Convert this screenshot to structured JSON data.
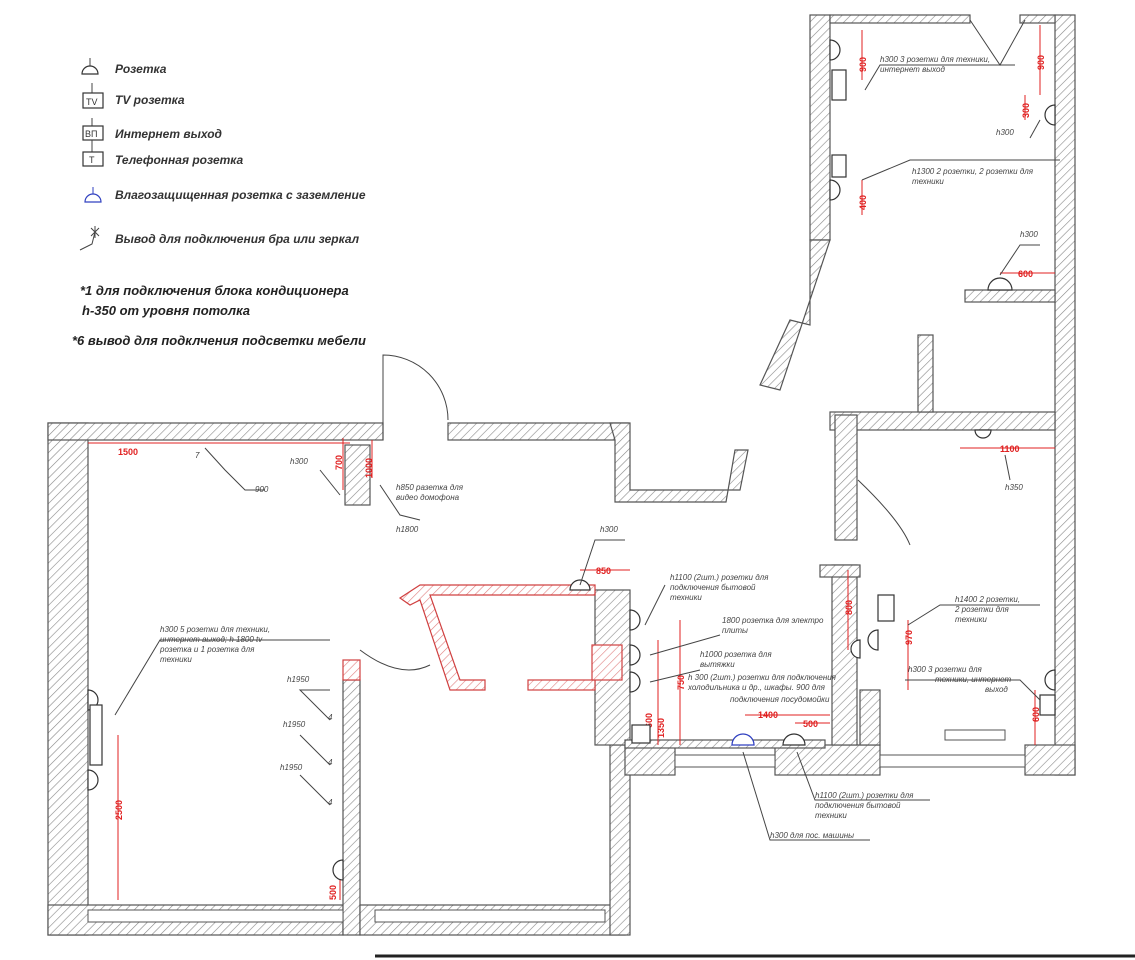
{
  "legend": {
    "socket": "Розетка",
    "tv_socket": "TV розетка",
    "internet": "Интернет выход",
    "phone": "Телефонная розетка",
    "waterproof": "Влагозащищенная розетка с заземление",
    "sconce": "Вывод для  подключения бра или зеркал",
    "tv_glyph": "TV",
    "net_glyph": "ВП",
    "phone_glyph": "Т"
  },
  "notes": {
    "n1a": "*1 для подключения блока кондиционера",
    "n1b": "h-350 от уровня потолка",
    "n6": "*6 вывод для подклчения подсветки мебели"
  },
  "dimensions": {
    "d1500": "1500",
    "d700": "700",
    "d1000": "1000",
    "d900": "900",
    "d400": "400",
    "d600": "600",
    "d1100": "1100",
    "d850": "850",
    "d1400": "1400",
    "d500": "500",
    "d970": "970",
    "d1350": "1350",
    "d750": "750",
    "d800": "800",
    "d2500": "2500",
    "d500b": "500",
    "d600b": "600",
    "d300": "300"
  },
  "annotations": {
    "h300a": "h300",
    "h300b": "h300",
    "h300c": "h300",
    "h300d": "h300",
    "h350": "h350",
    "h1800": "h1800",
    "h1950a": "h1950",
    "h1950b": "h1950",
    "h1950c": "h1950",
    "n900": "900",
    "mark7": "7",
    "mark4a": "4",
    "mark4b": "4",
    "mark4c": "4",
    "intercom1": "h850 разетка для",
    "intercom2": "видео домофона",
    "living1": "h300 5 розетки для техники,",
    "living2": "интернет выход; h 1800 tv",
    "living3": "розетка и  1 розетка для",
    "living4": "техники",
    "bed1a": "h300 3 розетки для техники,",
    "bed1b": "интернет выход",
    "bed2a": "h1300 2 розетки, 2 розетки для",
    "bed2b": "техники",
    "k1a": "h1100 (2шт.) розетки для",
    "k1b": "подключения бытовой",
    "k1c": "техники",
    "k2a": "1800 розетка для электро",
    "k2b": "плиты",
    "k3a": "h1000 розетка для",
    "k3b": "вытяжки",
    "k4a": "h 300 (2шт.) розетки для подключения",
    "k4b": "холодильника и др., шкафы. 900 для",
    "k4c": "подключения посудомойки",
    "r1a": "h1400 2 розетки,",
    "r1b": "2 розетки для",
    "r1c": "техники",
    "r2a": "h300 3 розетки для",
    "r2b": "техники, интернет",
    "r2c": "выход",
    "b1a": "h1100 (2шт.) розетки для",
    "b1b": "подключения бытовой",
    "b1c": "техники",
    "b2": "h300 для пос. машины"
  },
  "colors": {
    "dimension": "#e02020",
    "wall": "#555555",
    "waterproof": "#3040c0"
  }
}
